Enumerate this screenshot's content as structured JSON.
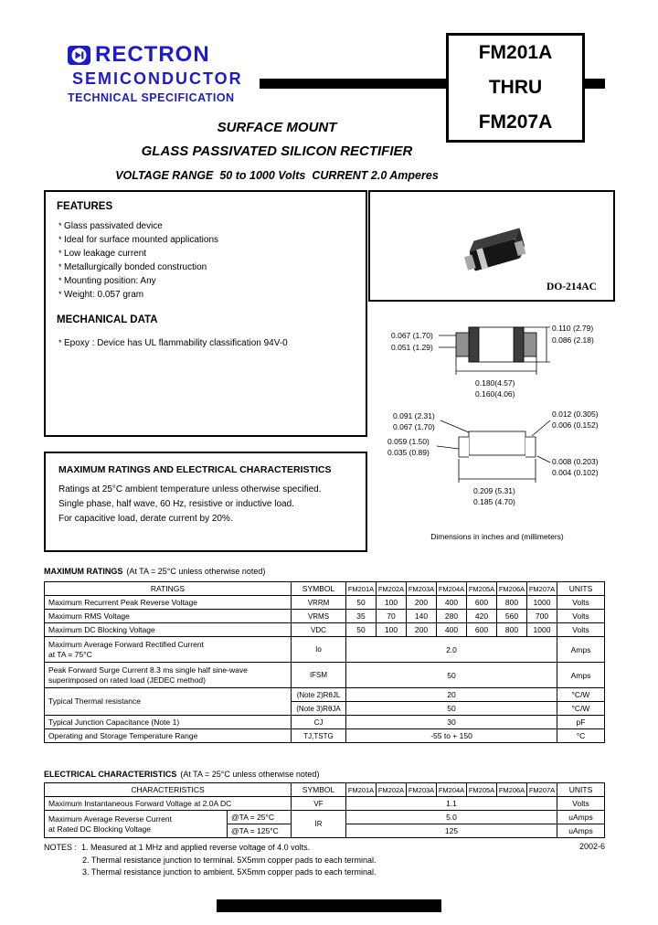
{
  "colors": {
    "brand_blue": "#1c1ccd"
  },
  "logo": {
    "brand": "RECTRON",
    "division": "SEMICONDUCTOR",
    "tagline": "TECHNICAL SPECIFICATION"
  },
  "part_box": {
    "line1": "FM201A",
    "line2": "THRU",
    "line3": "FM207A"
  },
  "title": {
    "line1": "SURFACE MOUNT",
    "line2": "GLASS PASSIVATED SILICON RECTIFIER",
    "line3": "VOLTAGE RANGE  50 to 1000 Volts  CURRENT 2.0 Amperes"
  },
  "features": {
    "heading": "FEATURES",
    "items": [
      "Glass passivated device",
      "Ideal for surface mounted applications",
      "Low leakage current",
      "Metallurgically bonded construction",
      "Mounting position: Any",
      "Weight: 0.057 gram"
    ],
    "mech_heading": "MECHANICAL DATA",
    "mech_item": "Epoxy : Device has UL flammability classification 94V-0"
  },
  "package": {
    "name": "DO-214AC",
    "note": "Dimensions in inches and (millimeters)",
    "top_view": {
      "lead_max": "0.067 (1.70)",
      "lead_min": "0.051 (1.29)",
      "width_max": "0.110 (2.79)",
      "width_min": "0.086 (2.18)",
      "length_max": "0.180(4.57)",
      "length_min": "0.160(4.06)"
    },
    "side_view": {
      "height_max": "0.091 (2.31)",
      "height_min": "0.067 (1.70)",
      "lead_h_max": "0.059 (1.50)",
      "lead_h_min": "0.035 (0.89)",
      "thick_max": "0.012 (0.305)",
      "thick_min": "0.006 (0.152)",
      "standoff_max": "0.008 (0.203)",
      "standoff_min": "0.004 (0.102)",
      "length_max": "0.209 (5.31)",
      "length_min": "0.185 (4.70)"
    }
  },
  "ratings_note": {
    "heading": "MAXIMUM RATINGS AND ELECTRICAL CHARACTERISTICS",
    "line1": "Ratings at 25°C ambient temperature unless otherwise specified.",
    "line2": "Single phase, half wave, 60 Hz, resistive or inductive load.",
    "line3": "For capacitive load, derate current by 20%."
  },
  "max_ratings": {
    "title": "MAXIMUM RATINGS",
    "condition": "(At TA = 25°C unless otherwise noted)",
    "headers": {
      "ratings": "RATINGS",
      "symbol": "SYMBOL",
      "units": "UNITS"
    },
    "parts": [
      "FM201A",
      "FM202A",
      "FM203A",
      "FM204A",
      "FM205A",
      "FM206A",
      "FM207A"
    ],
    "rows": [
      {
        "label": "Maximum Recurrent Peak Reverse Voltage",
        "symbol": "VRRM",
        "values": [
          "50",
          "100",
          "200",
          "400",
          "600",
          "800",
          "1000"
        ],
        "units": "Volts"
      },
      {
        "label": "Maximum RMS Voltage",
        "symbol": "VRMS",
        "values": [
          "35",
          "70",
          "140",
          "280",
          "420",
          "560",
          "700"
        ],
        "units": "Volts"
      },
      {
        "label": "Maximum DC Blocking Voltage",
        "symbol": "VDC",
        "values": [
          "50",
          "100",
          "200",
          "400",
          "600",
          "800",
          "1000"
        ],
        "units": "Volts"
      },
      {
        "label": "Maximum Average Forward Rectified Current\nat TA = 75°C",
        "symbol": "Io",
        "value": "2.0",
        "units": "Amps"
      },
      {
        "label": "Peak Forward Surge Current 8.3 ms single half sine-wave\nsuperimposed on rated load (JEDEC method)",
        "symbol": "IFSM",
        "value": "50",
        "units": "Amps"
      },
      {
        "label": "Typical Thermal resistance",
        "symbol_a": "(Note 2)RθJL",
        "value_a": "20",
        "units_a": "°C/W",
        "symbol_b": "(Note 3)RθJA",
        "value_b": "50",
        "units_b": "°C/W"
      },
      {
        "label": "Typical Junction Capacitance (Note 1)",
        "symbol": "CJ",
        "value": "30",
        "units": "pF"
      },
      {
        "label": "Operating and Storage Temperature Range",
        "symbol": "TJ,TSTG",
        "value": "-55 to + 150",
        "units": "°C"
      }
    ]
  },
  "elec_char": {
    "title": "ELECTRICAL CHARACTERISTICS",
    "condition": "(At TA = 25°C unless otherwise noted)",
    "headers": {
      "characteristics": "CHARACTERISTICS",
      "symbol": "SYMBOL",
      "units": "UNITS"
    },
    "parts": [
      "FM201A",
      "FM202A",
      "FM203A",
      "FM204A",
      "FM205A",
      "FM206A",
      "FM207A"
    ],
    "rows": [
      {
        "label": "Maximum Instantaneous Forward Voltage at 2.0A DC",
        "symbol": "VF",
        "value": "1.1",
        "units": "Volts"
      },
      {
        "label": "Maximum Average Reverse Current\nat Rated DC Blocking Voltage",
        "cond_a": "@TA = 25°C",
        "cond_b": "@TA = 125°C",
        "symbol": "IR",
        "value_a": "5.0",
        "units_a": "uAmps",
        "value_b": "125",
        "units_b": "uAmps"
      }
    ]
  },
  "notes": {
    "prefix": "NOTES :",
    "item1": "1. Measured at 1 MHz and applied reverse voltage of 4.0 volts.",
    "item2": "2. Thermal resistance junction to terminal. 5X5mm copper pads to each terminal.",
    "item3": "3. Thermal resistance junction to ambient. 5X5mm copper pads to each terminal.",
    "date": "2002-6"
  }
}
